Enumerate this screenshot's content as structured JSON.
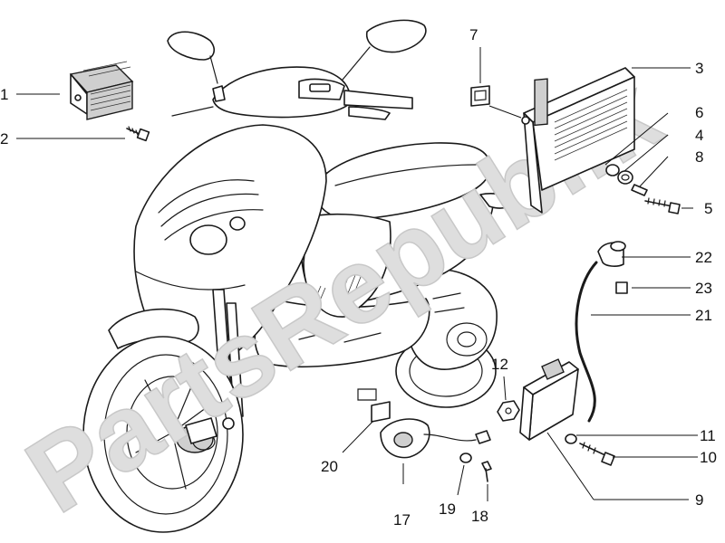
{
  "watermark": "PartsRepublik",
  "callouts": [
    {
      "id": "1",
      "label": "1"
    },
    {
      "id": "2",
      "label": "2"
    },
    {
      "id": "3",
      "label": "3"
    },
    {
      "id": "4",
      "label": "4"
    },
    {
      "id": "5",
      "label": "5"
    },
    {
      "id": "6",
      "label": "6"
    },
    {
      "id": "7",
      "label": "7"
    },
    {
      "id": "8",
      "label": "8"
    },
    {
      "id": "9",
      "label": "9"
    },
    {
      "id": "10",
      "label": "10"
    },
    {
      "id": "11",
      "label": "11"
    },
    {
      "id": "12",
      "label": "12"
    },
    {
      "id": "17",
      "label": "17"
    },
    {
      "id": "18",
      "label": "18"
    },
    {
      "id": "19",
      "label": "19"
    },
    {
      "id": "20",
      "label": "20"
    },
    {
      "id": "21",
      "label": "21"
    },
    {
      "id": "22",
      "label": "22"
    },
    {
      "id": "23",
      "label": "23"
    }
  ]
}
